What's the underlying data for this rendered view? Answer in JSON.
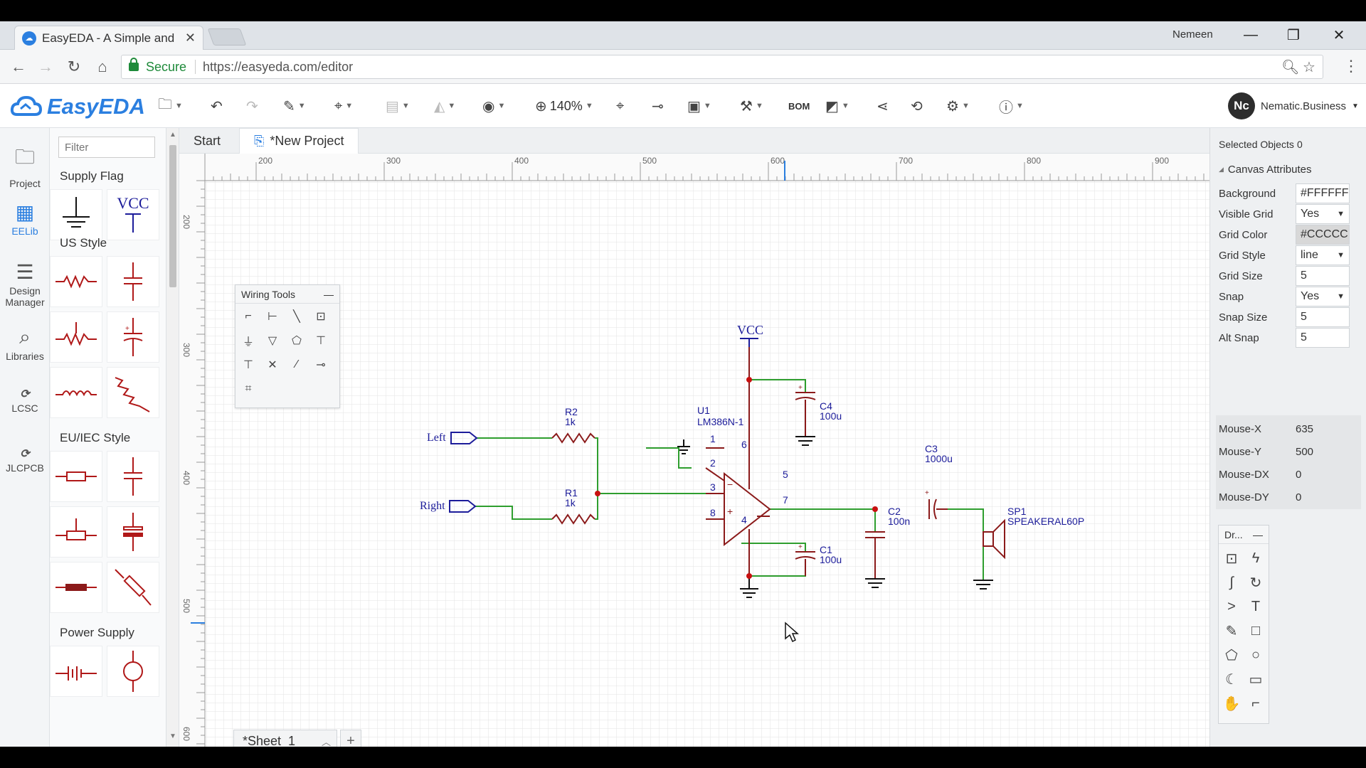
{
  "browser": {
    "tab_title": "EasyEDA - A Simple and",
    "user": "Nemeen",
    "secure_label": "Secure",
    "url": "https://easyeda.com/editor"
  },
  "app": {
    "logo": "EasyEDA",
    "zoom": "140%",
    "bom": "BOM",
    "user_name": "Nematic.Business",
    "avatar_initials": "Nc"
  },
  "leftbar": {
    "items": [
      {
        "label": "Project",
        "icon": "folder-icon"
      },
      {
        "label": "EELib",
        "icon": "chip-icon"
      },
      {
        "label": "Design Manager",
        "icon": "list-icon"
      },
      {
        "label": "Libraries",
        "icon": "search-icon"
      },
      {
        "label": "LCSC",
        "icon": "lcsc-icon"
      },
      {
        "label": "JLCPCB",
        "icon": "jlc-icon"
      }
    ]
  },
  "library": {
    "filter_placeholder": "Filter",
    "sections": [
      "Supply Flag",
      "US Style",
      "EU/IEC Style",
      "Power Supply"
    ],
    "vcc_label": "VCC"
  },
  "doc_tabs": {
    "start": "Start",
    "project": "*New Project"
  },
  "ruler": {
    "x_ticks": [
      "200",
      "300",
      "400",
      "500",
      "600",
      "700",
      "800",
      "900"
    ],
    "y_ticks": [
      "200",
      "300",
      "400",
      "500",
      "600"
    ]
  },
  "wiring_tools": {
    "title": "Wiring Tools"
  },
  "schematic": {
    "vcc": "VCC",
    "u1_ref": "U1",
    "u1_value": "LM386N-1",
    "r1_ref": "R1",
    "r1_value": "1k",
    "r2_ref": "R2",
    "r2_value": "1k",
    "c1_ref": "C1",
    "c1_value": "100u",
    "c2_ref": "C2",
    "c2_value": "100n",
    "c3_ref": "C3",
    "c3_value": "1000u",
    "c4_ref": "C4",
    "c4_value": "100u",
    "sp1_ref": "SP1",
    "sp1_value": "SPEAKERAL60P",
    "left_port": "Left",
    "right_port": "Right",
    "pins": [
      "1",
      "2",
      "3",
      "4",
      "5",
      "6",
      "7",
      "8"
    ]
  },
  "sheet": {
    "name": "*Sheet_1"
  },
  "properties": {
    "selected_label": "Selected Objects",
    "selected_value": "0",
    "section": "Canvas Attributes",
    "rows": [
      {
        "label": "Background",
        "value": "#FFFFFF"
      },
      {
        "label": "Visible Grid",
        "value": "Yes"
      },
      {
        "label": "Grid Color",
        "value": "#CCCCC"
      },
      {
        "label": "Grid Style",
        "value": "line"
      },
      {
        "label": "Grid Size",
        "value": "5"
      },
      {
        "label": "Snap",
        "value": "Yes"
      },
      {
        "label": "Snap Size",
        "value": "5"
      },
      {
        "label": "Alt Snap",
        "value": "5"
      }
    ],
    "mouse": [
      {
        "label": "Mouse-X",
        "value": "635"
      },
      {
        "label": "Mouse-Y",
        "value": "500"
      },
      {
        "label": "Mouse-DX",
        "value": "0"
      },
      {
        "label": "Mouse-DY",
        "value": "0"
      }
    ]
  },
  "draw_tools": {
    "title": "Dr..."
  },
  "colors": {
    "accent": "#2b7fe0",
    "wire": "#2e9e2e",
    "part": "#8b1a1a",
    "net_label": "#1c1c9a"
  }
}
